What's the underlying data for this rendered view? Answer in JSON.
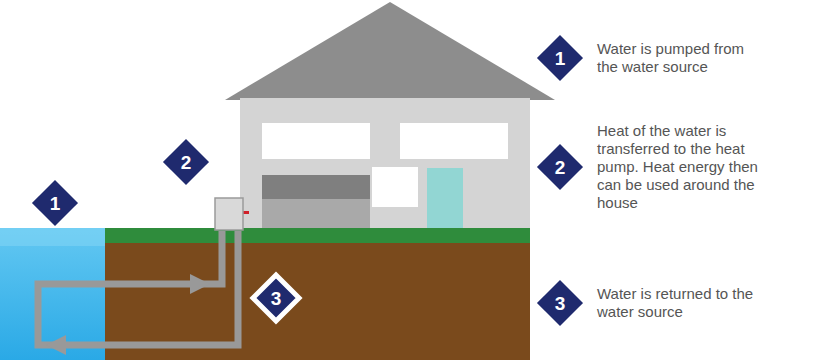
{
  "diagram": {
    "nodes": [
      {
        "text": [
          "1"
        ]
      },
      {
        "text": [
          "2"
        ]
      },
      {
        "text": [
          "3"
        ]
      },
      {
        "text": [
          "1"
        ]
      },
      {
        "text": [
          "2"
        ]
      },
      {
        "text": [
          "3"
        ]
      }
    ],
    "labels": [
      "Water is pumped from the water source",
      "Heat of the water is transferred to the heat pump. Heat energy then can be used around the house",
      "Water is returned to the water source"
    ]
  }
}
